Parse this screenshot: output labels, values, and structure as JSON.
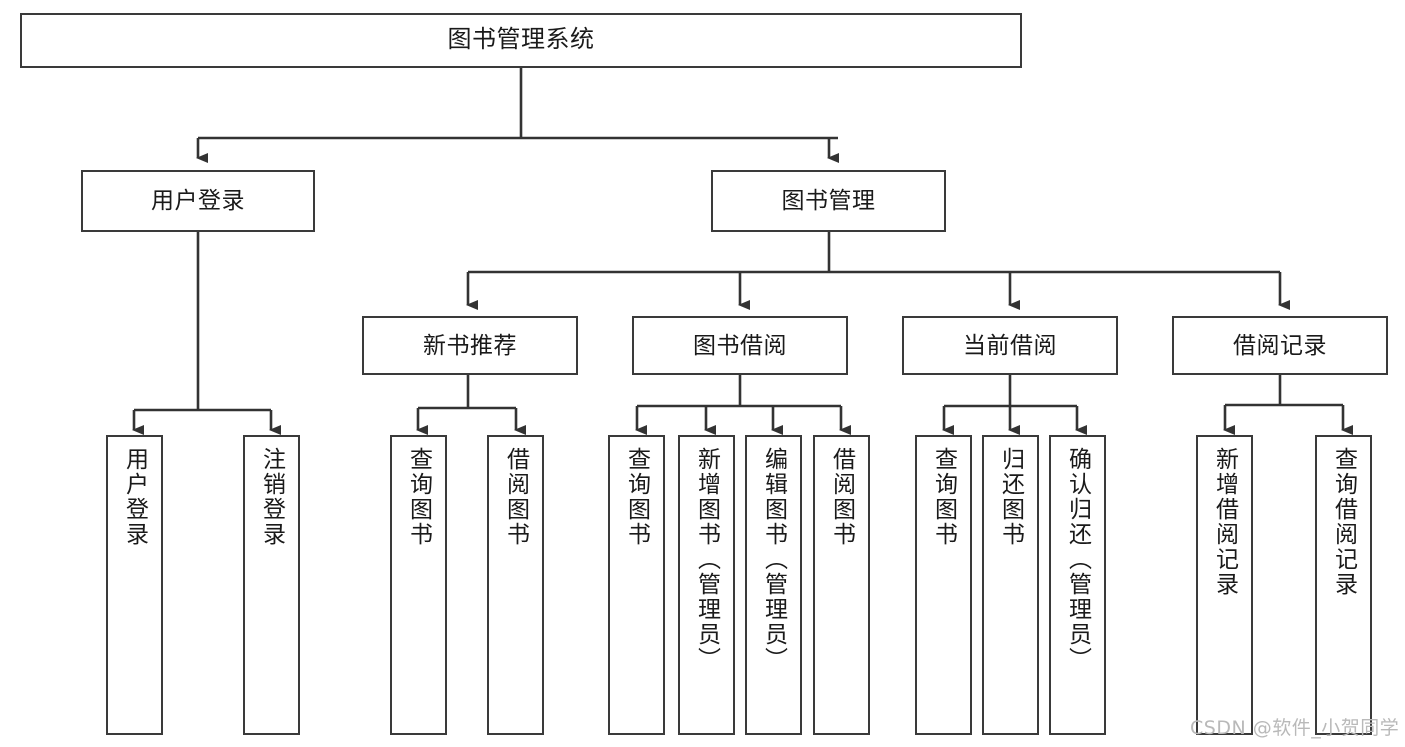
{
  "diagram": {
    "title": "图书管理系统",
    "type": "tree",
    "colors": {
      "box_border": "#3a3a3a",
      "box_fill": "#ffffff",
      "edge": "#333333",
      "text": "#1a1a1a",
      "watermark": "#b9b9b9",
      "background": "#ffffff"
    },
    "root": {
      "label": "图书管理系统"
    },
    "level1": [
      {
        "label": "用户登录"
      },
      {
        "label": "图书管理"
      }
    ],
    "level2": [
      {
        "label": "新书推荐"
      },
      {
        "label": "图书借阅"
      },
      {
        "label": "当前借阅"
      },
      {
        "label": "借阅记录"
      }
    ],
    "leaves": {
      "user_login": [
        {
          "label": "用户登录"
        },
        {
          "label": "注销登录"
        }
      ],
      "new_book": [
        {
          "label": "查询图书"
        },
        {
          "label": "借阅图书"
        }
      ],
      "book_borrow": [
        {
          "label": "查询图书"
        },
        {
          "label": "新增图书（管理员）"
        },
        {
          "label": "编辑图书（管理员）"
        },
        {
          "label": "借阅图书"
        }
      ],
      "current_borrow": [
        {
          "label": "查询图书"
        },
        {
          "label": "归还图书"
        },
        {
          "label": "确认归还（管理员）"
        }
      ],
      "borrow_record": [
        {
          "label": "新增借阅记录"
        },
        {
          "label": "查询借阅记录"
        }
      ]
    }
  },
  "watermark": {
    "text": "CSDN @软件_小贺同学"
  }
}
